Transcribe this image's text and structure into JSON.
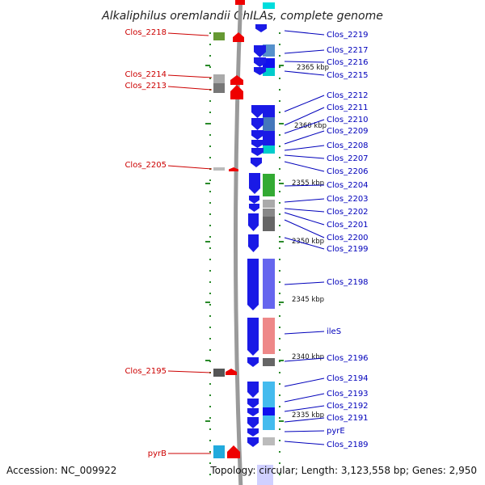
{
  "title": "Alkaliphilus oremlandii OhILAs, complete genome",
  "footer": {
    "accession": "Accession: NC_009922",
    "summary": "Topology: circular; Length: 3,123,558 bp; Genes: 2,950"
  },
  "scale_labels": [
    "2365 kbp",
    "2360 kbp",
    "2355 kbp",
    "2350 kbp",
    "2345 kbp",
    "2340 kbp",
    "2335 kbp"
  ],
  "left_genes": [
    "Clos_2218",
    "Clos_2214",
    "Clos_2213",
    "Clos_2205",
    "Clos_2195",
    "pyrB"
  ],
  "right_genes": [
    "Clos_2219",
    "Clos_2217",
    "Clos_2216",
    "Clos_2215",
    "Clos_2212",
    "Clos_2211",
    "Clos_2210",
    "Clos_2209",
    "Clos_2208",
    "Clos_2207",
    "Clos_2206",
    "Clos_2204",
    "Clos_2203",
    "Clos_2202",
    "Clos_2201",
    "Clos_2200",
    "Clos_2199",
    "Clos_2198",
    "ileS",
    "Clos_2196",
    "Clos_2194",
    "Clos_2193",
    "Clos_2192",
    "Clos_2191",
    "pyrE",
    "Clos_2189"
  ],
  "colors": {
    "left_label": "#cc0000",
    "right_label": "#0000bb",
    "reverse_arrow": "#ee0000",
    "forward_arrow": "#1a1ae6",
    "backbone": "#9a9a9a",
    "tick": "#2a8a2a"
  }
}
